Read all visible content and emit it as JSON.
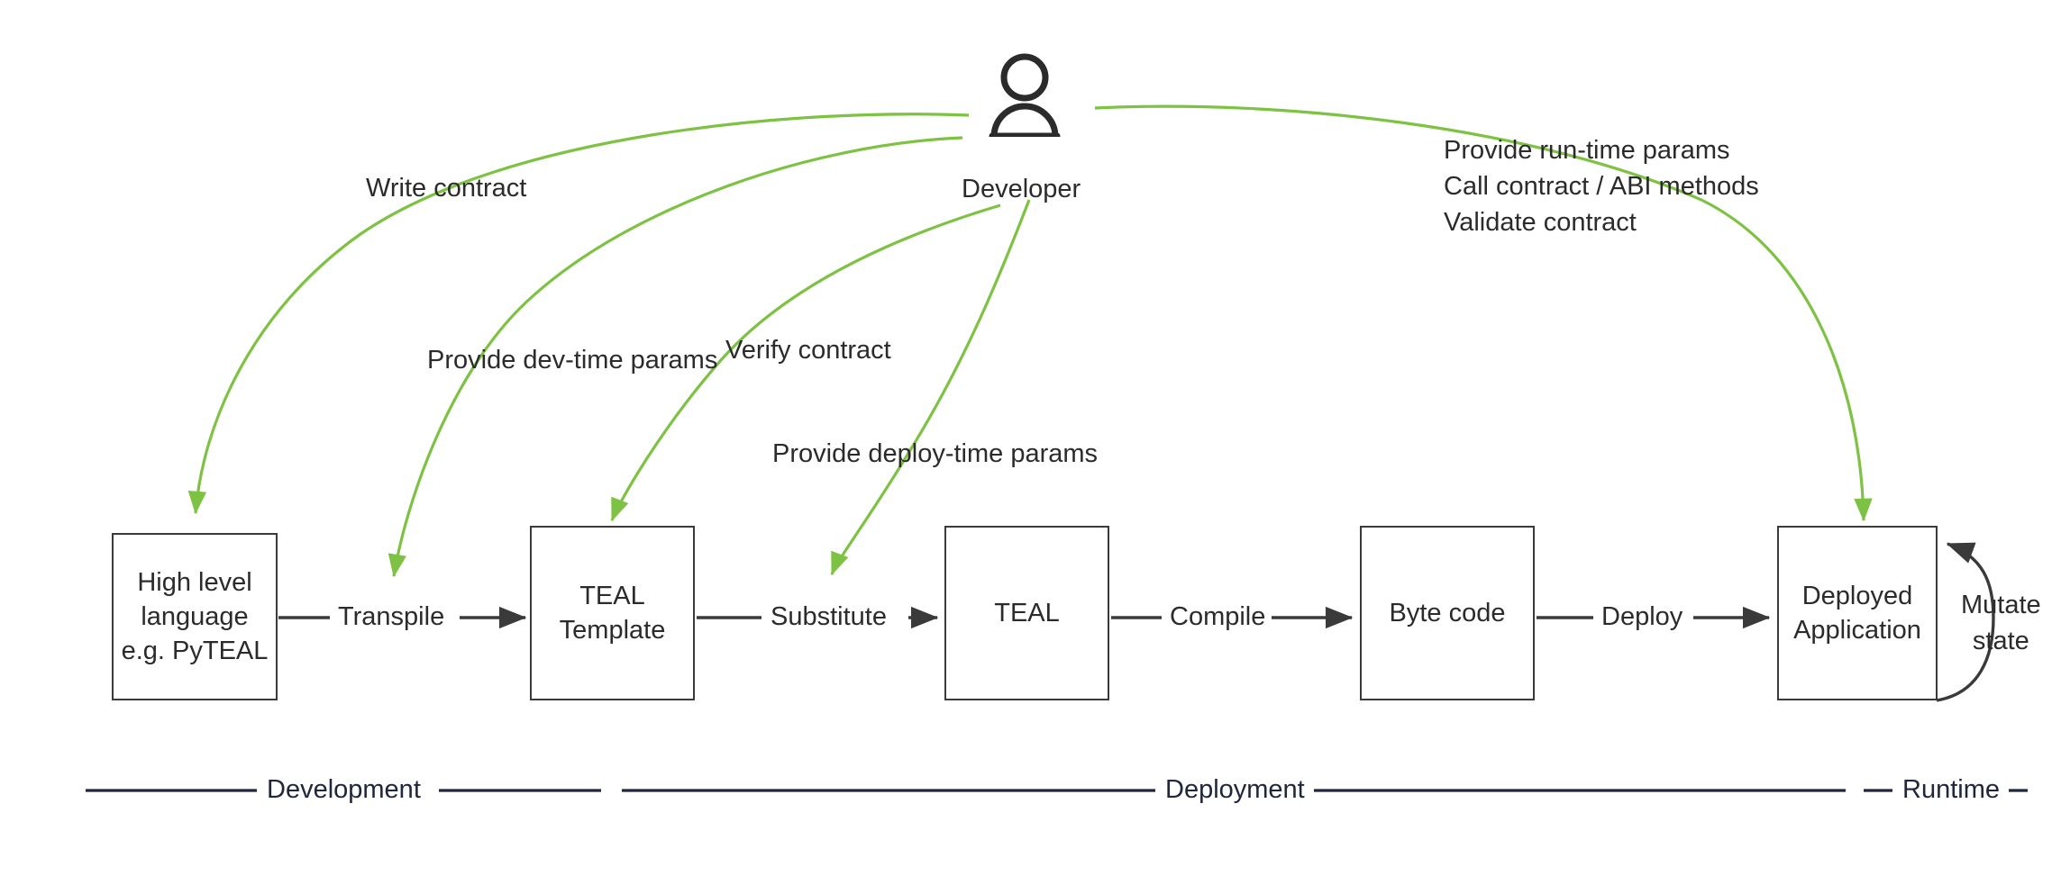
{
  "diagram": {
    "title": "Algorand smart contract development lifecycle",
    "accent_green": "#7dc242",
    "line_dark": "#3a3a3a",
    "phase_line_color": "#20263b",
    "text_color": "#2b2b2b"
  },
  "actor": {
    "label": "Developer",
    "icon": "person-icon"
  },
  "nodes": [
    {
      "id": "high-level-language",
      "lines": [
        "High level",
        "language",
        "e.g. PyTEAL"
      ]
    },
    {
      "id": "teal-template",
      "lines": [
        "TEAL",
        "Template"
      ]
    },
    {
      "id": "teal",
      "lines": [
        "TEAL"
      ]
    },
    {
      "id": "byte-code",
      "lines": [
        "Byte code"
      ]
    },
    {
      "id": "deployed-application",
      "lines": [
        "Deployed",
        "Application"
      ]
    }
  ],
  "flow_edges": [
    {
      "id": "transpile",
      "label": "Transpile"
    },
    {
      "id": "substitute",
      "label": "Substitute"
    },
    {
      "id": "compile",
      "label": "Compile"
    },
    {
      "id": "deploy",
      "label": "Deploy"
    }
  ],
  "self_loop": {
    "id": "mutate-state",
    "lines": [
      "Mutate",
      "state"
    ]
  },
  "developer_actions": [
    {
      "id": "write-contract",
      "label": "Write contract",
      "target": "high-level-language"
    },
    {
      "id": "provide-dev-time-params",
      "label": "Provide dev-time params",
      "target": "transpile"
    },
    {
      "id": "verify-contract",
      "label": "Verify contract",
      "target": "teal-template"
    },
    {
      "id": "provide-deploy-time-params",
      "label": "Provide deploy-time params",
      "target": "substitute"
    }
  ],
  "runtime_actions": {
    "id": "runtime-actions",
    "lines": [
      "Provide run-time params",
      "Call contract / ABI methods",
      "Validate contract"
    ],
    "target": "deployed-application"
  },
  "phases": [
    {
      "id": "development",
      "label": "Development"
    },
    {
      "id": "deployment",
      "label": "Deployment"
    },
    {
      "id": "runtime",
      "label": "Runtime"
    }
  ]
}
